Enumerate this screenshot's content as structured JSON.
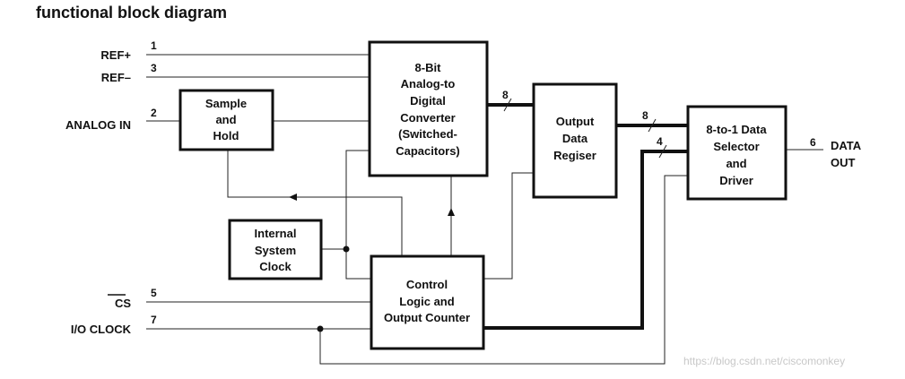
{
  "title": "functional block diagram",
  "signals": {
    "ref_plus": "REF+",
    "ref_minus": "REF–",
    "analog_in": "ANALOG IN",
    "cs": "CS",
    "io_clock": "I/O CLOCK",
    "data_out": [
      "DATA",
      "OUT"
    ]
  },
  "pins": {
    "ref_plus": "1",
    "ref_minus": "3",
    "analog_in": "2",
    "cs": "5",
    "io_clock": "7",
    "data_out": "6"
  },
  "blocks": {
    "sample_hold": [
      "Sample",
      "and",
      "Hold"
    ],
    "adc": [
      "8-Bit",
      "Analog-to",
      "Digital",
      "Converter",
      "(Switched-",
      "Capacitors)"
    ],
    "output_register": [
      "Output",
      "Data",
      "Regiser"
    ],
    "selector": [
      "8-to-1 Data",
      "Selector",
      "and",
      "Driver"
    ],
    "clock": [
      "Internal",
      "System",
      "Clock"
    ],
    "control": [
      "Control",
      "Logic and",
      "Output Counter"
    ]
  },
  "bus_widths": {
    "adc_to_register": "8",
    "register_to_selector": "8",
    "control_to_selector": "4"
  },
  "watermark": "https://blog.csdn.net/ciscomonkey"
}
